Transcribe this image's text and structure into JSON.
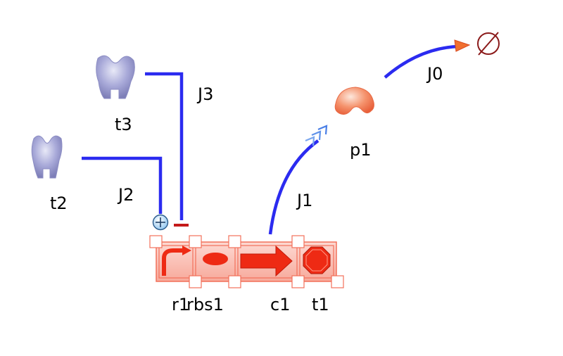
{
  "species": {
    "t2": "t2",
    "t3": "t3",
    "p1": "p1"
  },
  "reactions": {
    "j0": "J0",
    "j1": "J1",
    "j2": "J2",
    "j3": "J3"
  },
  "gene_parts": {
    "r1": "r1",
    "rbs1": "rbs1",
    "c1": "c1",
    "t1": "t1"
  },
  "colors": {
    "edge": "#2b2bf0",
    "part_red": "#f03a24",
    "selection": "#f2705a",
    "regulator": "#9b9ccf",
    "protein": "#f5855f",
    "degradation": "#8b1a1a"
  },
  "icons": {
    "activator": "plus-circle-icon",
    "repressor": "minus-bar-icon",
    "degradation": "empty-set-icon"
  }
}
